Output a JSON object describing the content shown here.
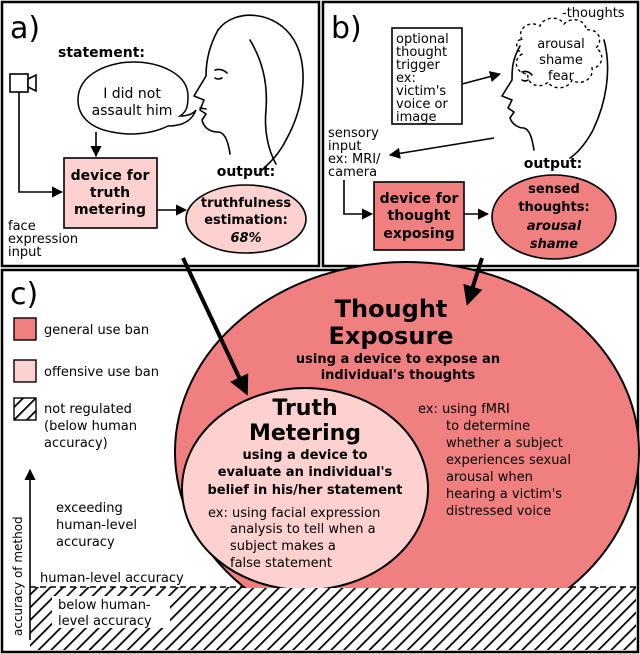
{
  "colors": {
    "general_ban": "#f08080",
    "offensive_ban": "#fdd1cf",
    "stroke": "#000000",
    "background": "#ffffff"
  },
  "panel_a": {
    "label": "a)",
    "statement_label": "statement:",
    "statement_lines": [
      "I did not",
      "assault him"
    ],
    "device_lines": [
      "device for",
      "truth",
      "metering"
    ],
    "output_label": "output:",
    "output_lines": [
      "truthfulness",
      "estimation:"
    ],
    "output_value": "68%",
    "face_input_lines": [
      "face",
      "expression",
      "input"
    ],
    "camera_icon": "video-camera-icon",
    "head_icon": "human-head-profile-icon"
  },
  "panel_b": {
    "label": "b)",
    "thoughts_label": "-thoughts",
    "thought_words": [
      "arousal",
      "shame",
      "fear"
    ],
    "trigger_lines": [
      "optional",
      "thought",
      "trigger",
      "ex:",
      "victim's",
      "voice or",
      "image"
    ],
    "sensory_lines": [
      "sensory",
      "input",
      "ex: MRI/",
      "camera"
    ],
    "device_lines": [
      "device for",
      "thought",
      "exposing"
    ],
    "output_label": "output:",
    "output_lines": [
      "sensed",
      "thoughts:"
    ],
    "output_values": [
      "arousal",
      "shame"
    ],
    "head_icon": "human-head-profile-icon"
  },
  "panel_c": {
    "label": "c)",
    "legend": [
      {
        "label": "general use ban"
      },
      {
        "label": "offensive use ban"
      },
      {
        "label_lines": [
          "not regulated",
          "(below human",
          "accuracy)"
        ]
      }
    ],
    "axis_label": "accuracy of method",
    "exceeding_lines": [
      "exceeding",
      "human-level",
      "accuracy"
    ],
    "human_level_label": "human-level accuracy",
    "below_lines": [
      "below human-",
      "level accuracy"
    ],
    "thought_exposure": {
      "title_lines": [
        "Thought",
        "Exposure"
      ],
      "desc_lines": [
        "using a device to expose an",
        "individual's thoughts"
      ],
      "example_lines": [
        "ex: using fMRI",
        "to determine",
        "whether a subject",
        "experiences sexual",
        "arousal when",
        "hearing a victim's",
        "distressed voice"
      ]
    },
    "truth_metering": {
      "title_lines": [
        "Truth",
        "Metering"
      ],
      "desc_lines": [
        "using a device to",
        "evaluate an individual's",
        "belief in his/her statement"
      ],
      "example_lines": [
        "ex: using facial expression",
        "analysis to tell when a",
        "subject makes a",
        "false statement"
      ]
    }
  }
}
